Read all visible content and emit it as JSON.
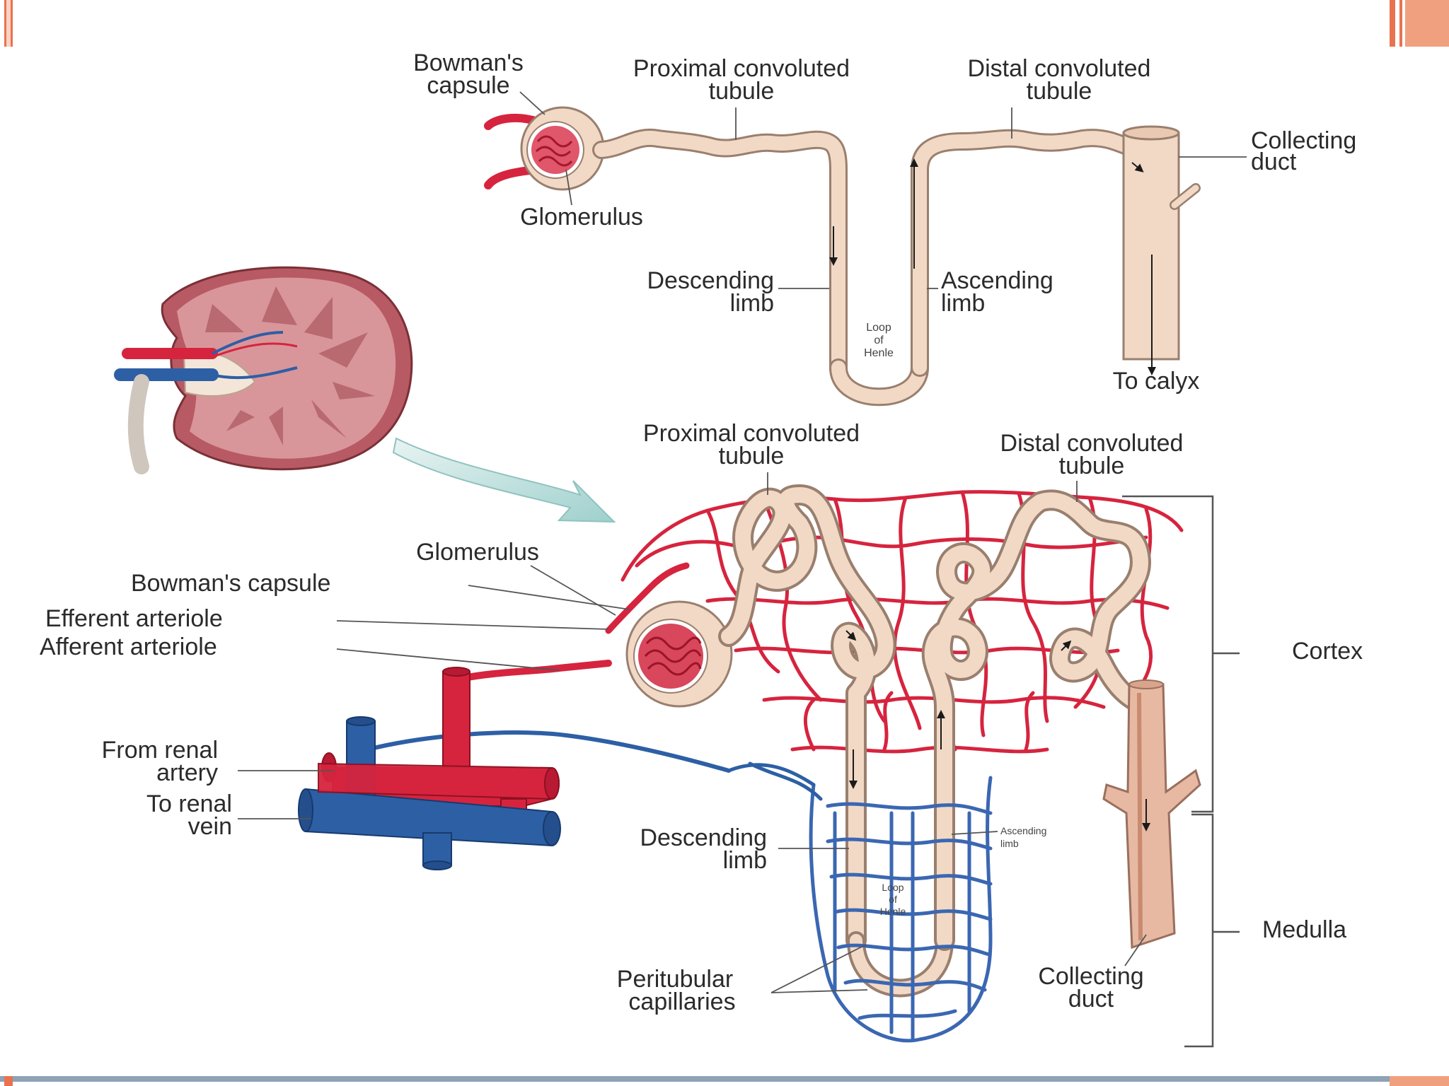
{
  "slide": {
    "accent_color": "#e8734f",
    "footer_bar_color": "#8ea2b8"
  },
  "diagram": {
    "top_nephron": {
      "bowmans_capsule": "Bowman's capsule",
      "proximal_tubule": "Proximal convoluted tubule",
      "distal_tubule": "Distal convoluted tubule",
      "collecting_duct": "Collecting duct",
      "glomerulus": "Glomerulus",
      "descending_limb": "Descending limb",
      "ascending_limb": "Ascending limb",
      "loop_of_henle": "Loop of Henle",
      "to_calyx": "To calyx"
    },
    "bottom_nephron": {
      "proximal_tubule": "Proximal convoluted tubule",
      "distal_tubule": "Distal convoluted tubule",
      "glomerulus": "Glomerulus",
      "bowmans_capsule": "Bowman's capsule",
      "efferent_arteriole": "Efferent arteriole",
      "afferent_arteriole": "Afferent arteriole",
      "cortex": "Cortex",
      "from_renal_artery": "From renal artery",
      "to_renal_vein": "To renal vein",
      "descending_limb": "Descending limb",
      "ascending_limb": "Ascending limb",
      "loop_of_henle": "Loop of Henle",
      "medulla": "Medulla",
      "peritubular_capillaries": "Peritubular capillaries",
      "collecting_duct": "Collecting duct"
    },
    "colors": {
      "artery": "#d6243e",
      "vein": "#2d5fa5",
      "tubule_fill": "#f2d9c6",
      "tubule_edge": "#9a7f6e",
      "kidney_tissue": "#c97a7e"
    }
  }
}
